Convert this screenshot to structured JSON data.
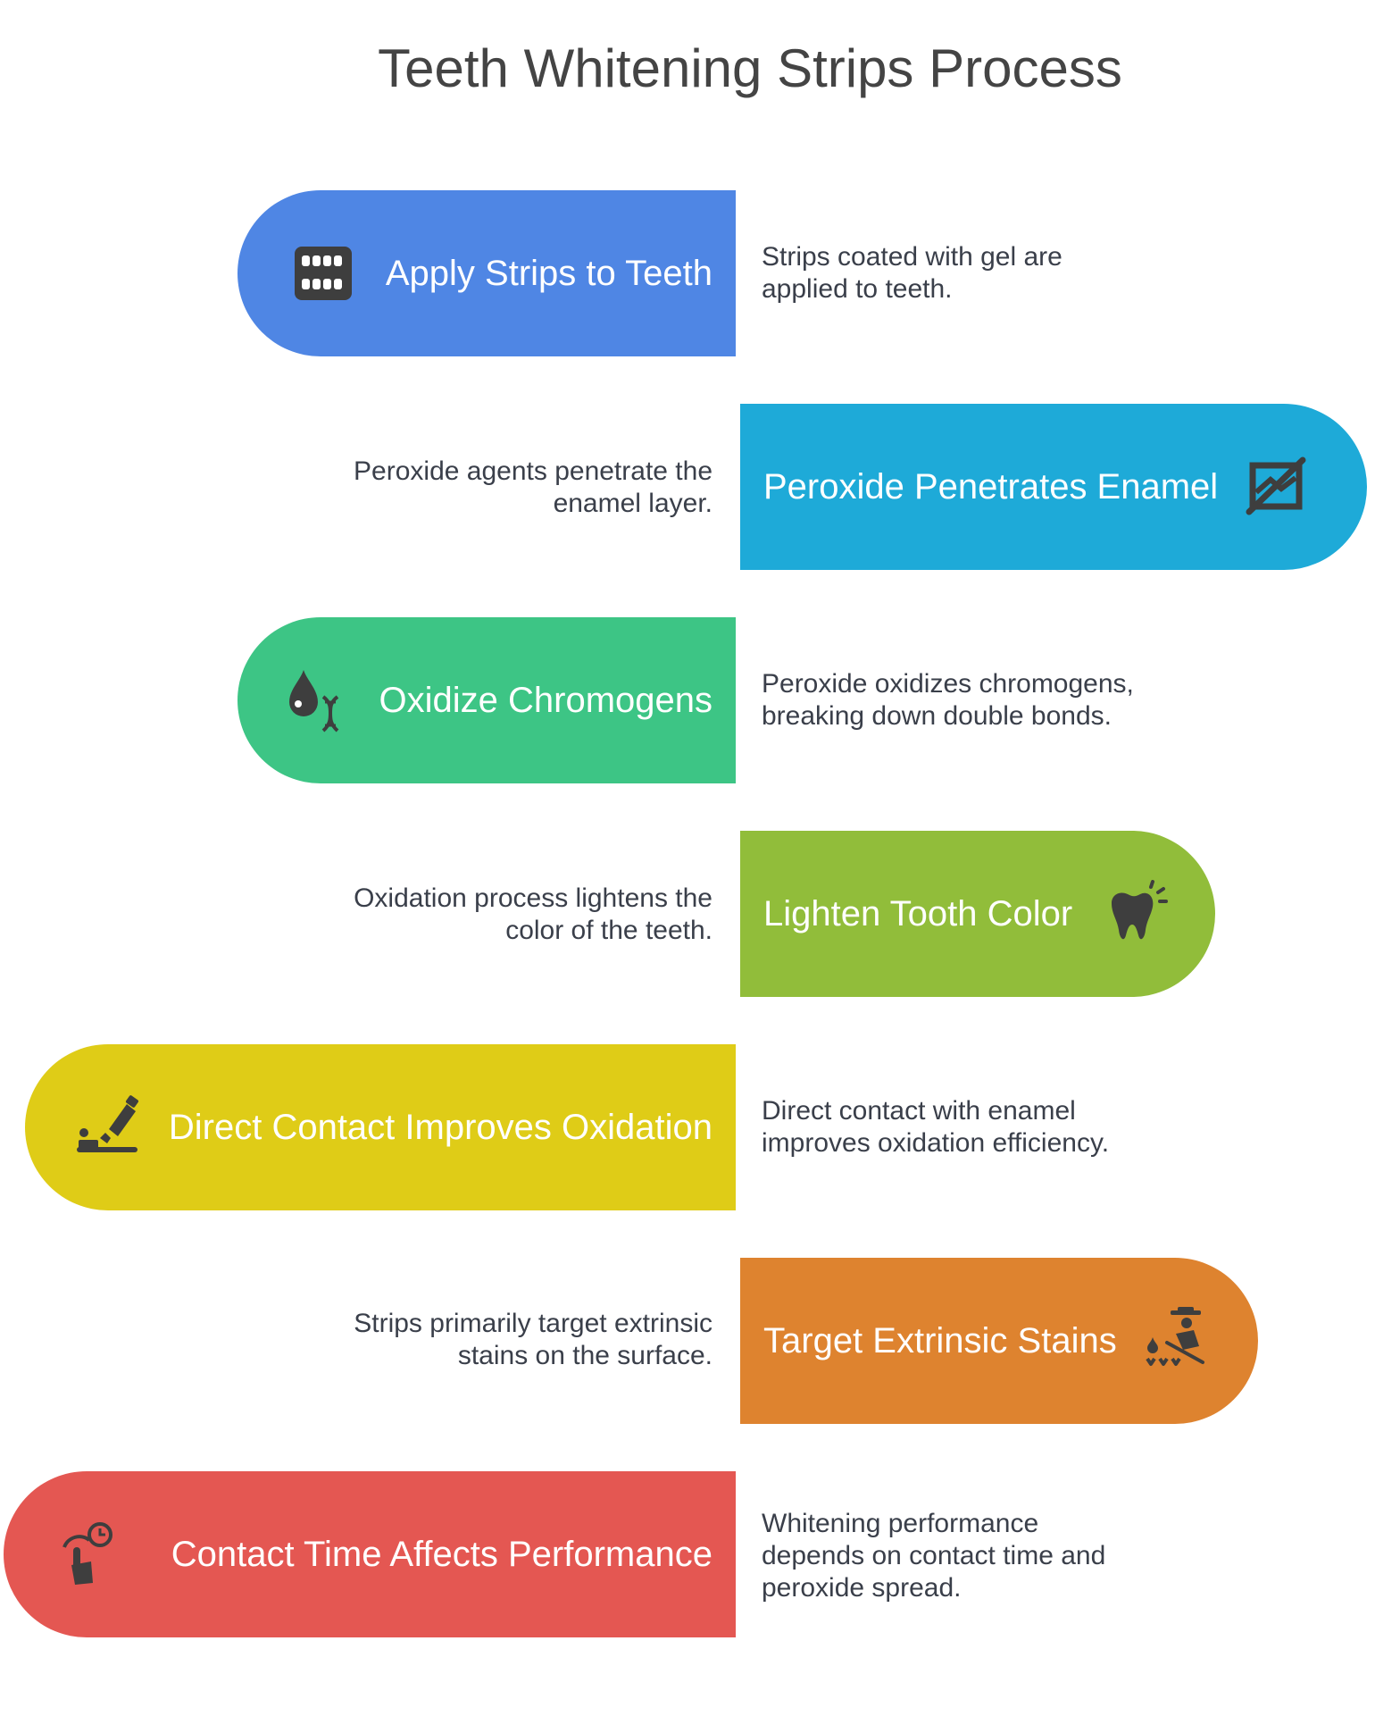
{
  "title": "Teeth Whitening Strips Process",
  "steps": [
    {
      "label": "Apply Strips to Teeth",
      "icon": "teeth-icon",
      "color": "#4f86e4",
      "desc": [
        "Strips coated with gel are",
        "applied to teeth."
      ]
    },
    {
      "label": "Peroxide Penetrates Enamel",
      "icon": "no-barrier-icon",
      "color": "#1eaad8",
      "desc": [
        "Peroxide agents penetrate the",
        "enamel layer."
      ]
    },
    {
      "label": "Oxidize Chromogens",
      "icon": "drop-dna-icon",
      "color": "#3dc585",
      "desc": [
        "Peroxide oxidizes chromogens,",
        "breaking down double bonds."
      ]
    },
    {
      "label": "Lighten Tooth Color",
      "icon": "sparkle-tooth-icon",
      "color": "#91bd3a",
      "desc": [
        "Oxidation process lightens the",
        "color of the teeth."
      ]
    },
    {
      "label": "Direct Contact Improves Oxidation",
      "icon": "toothpaste-brush-icon",
      "color": "#dfcc17",
      "desc": [
        "Direct contact with enamel",
        "improves oxidation efficiency."
      ]
    },
    {
      "label": "Target Extrinsic Stains",
      "icon": "cleaning-person-icon",
      "color": "#de832f",
      "desc": [
        "Strips primarily target extrinsic",
        "stains on the surface."
      ]
    },
    {
      "label": "Contact Time Affects Performance",
      "icon": "touch-timer-icon",
      "color": "#e45752",
      "desc": [
        "Whitening performance",
        "depends on contact time and",
        "peroxide spread."
      ]
    }
  ]
}
